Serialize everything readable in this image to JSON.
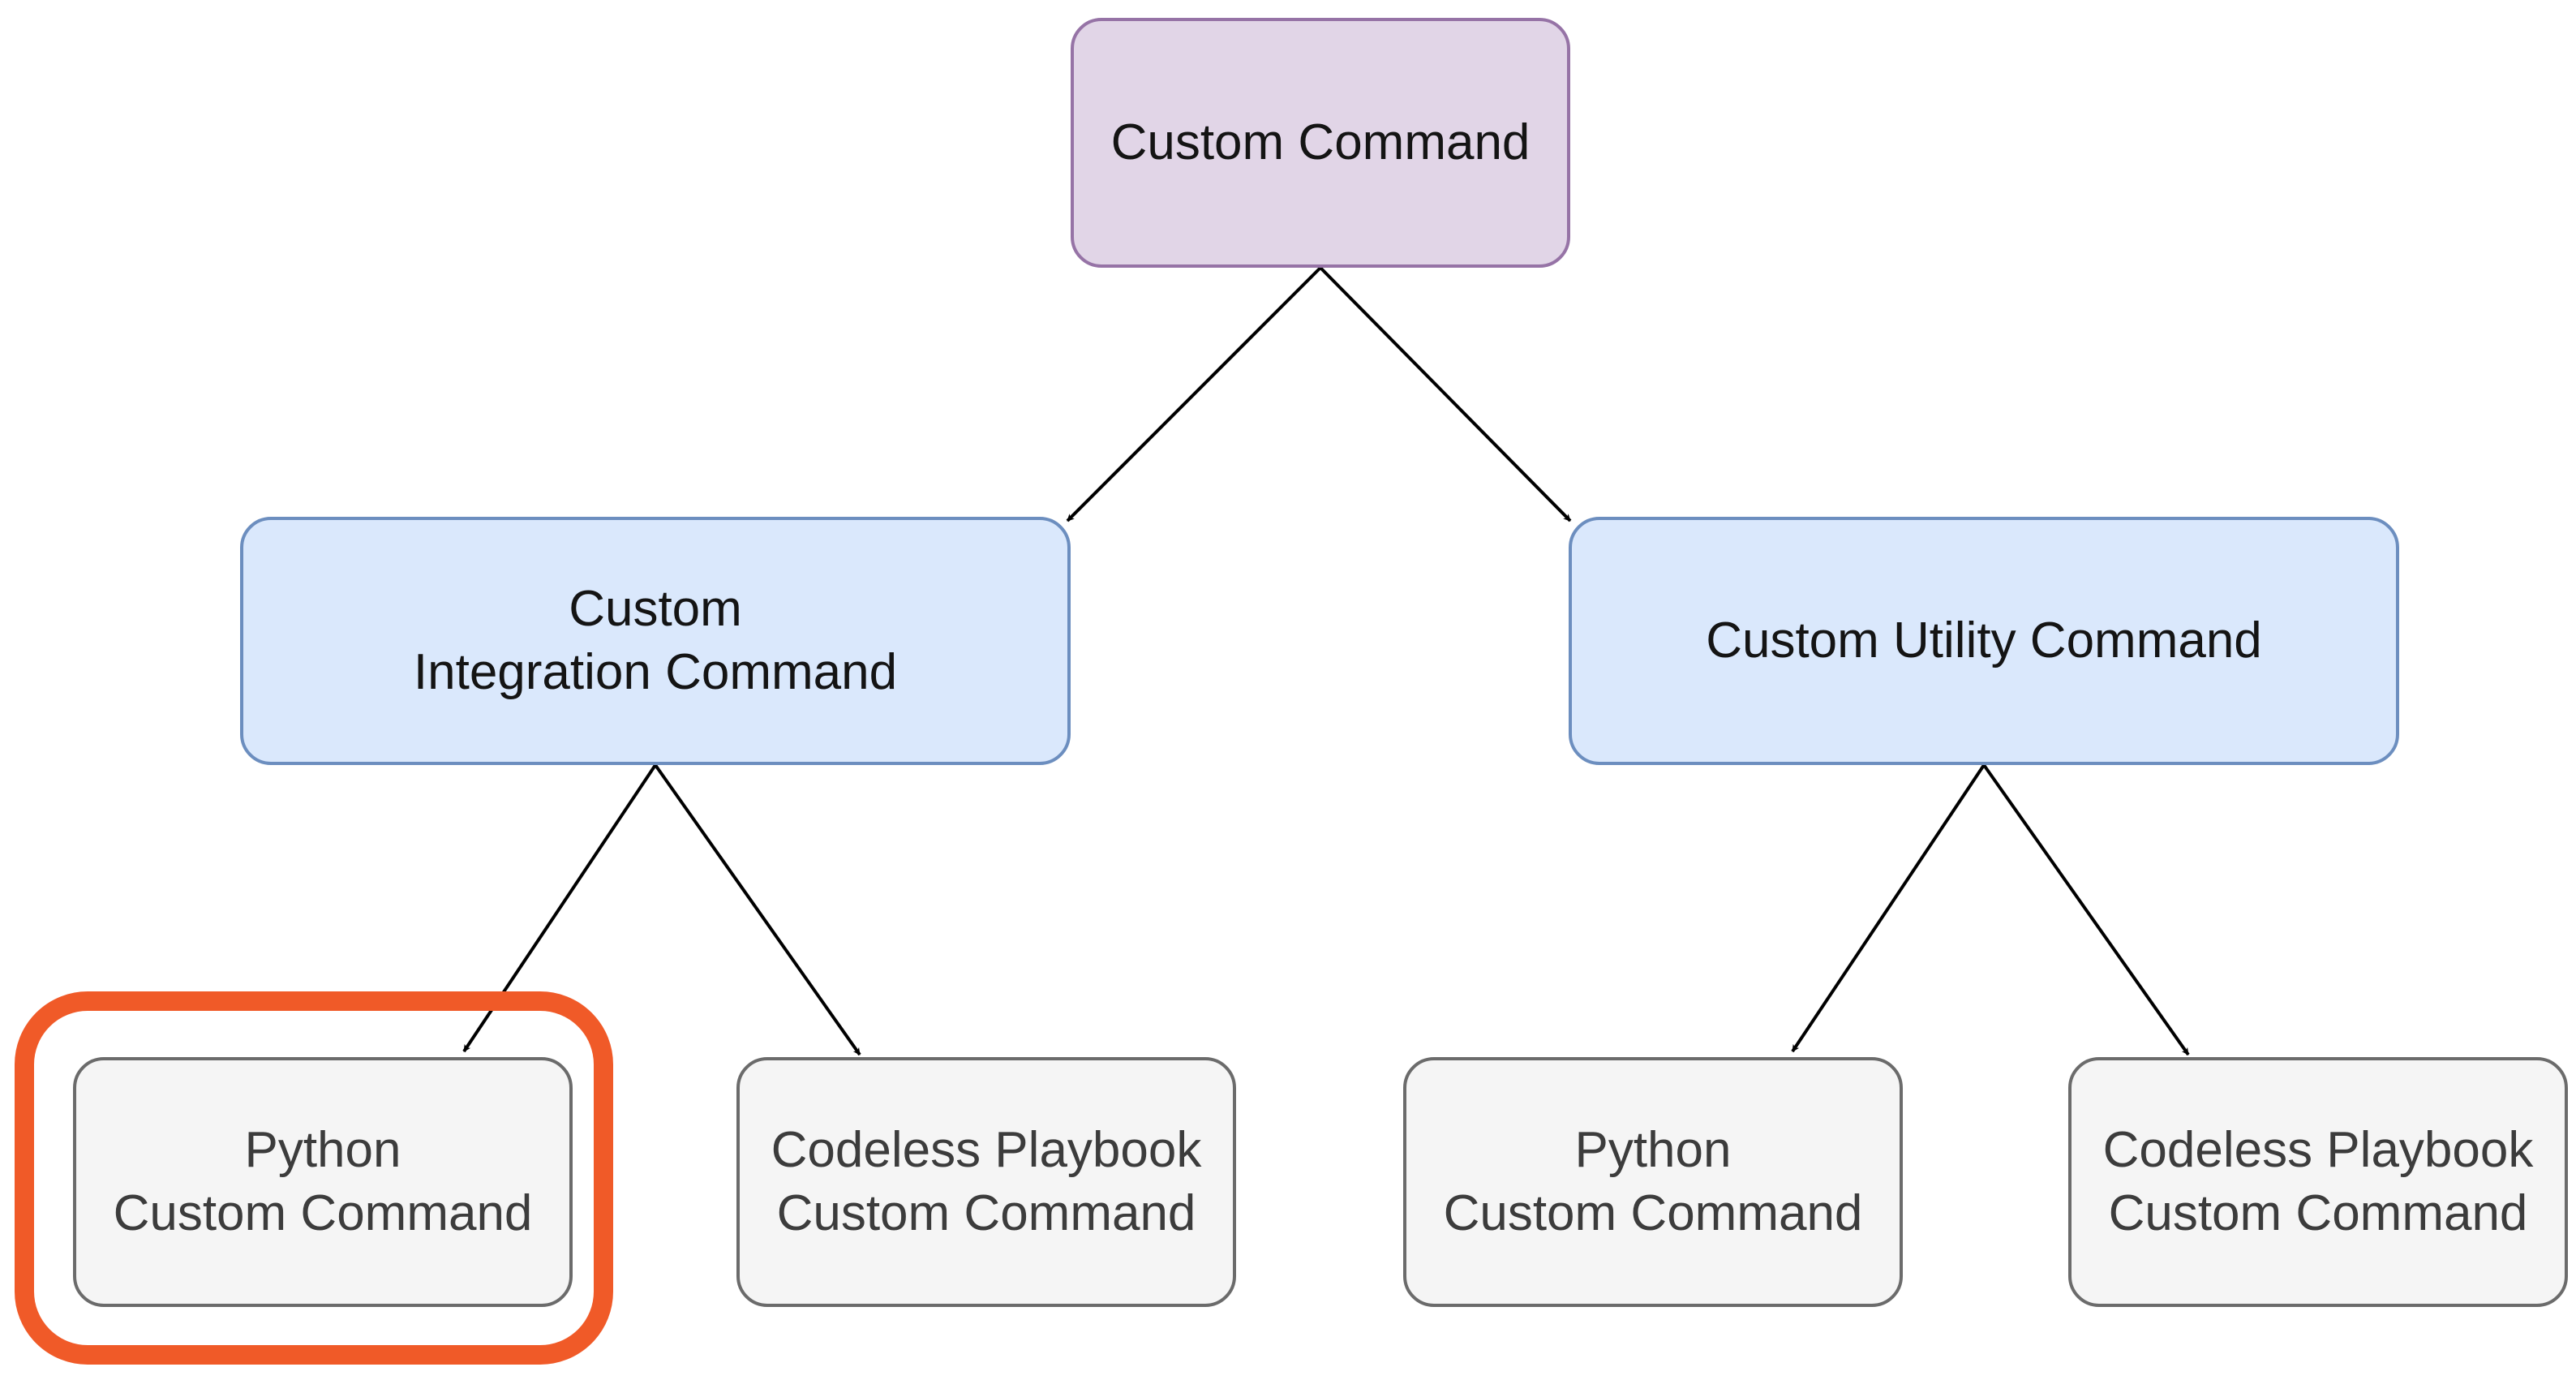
{
  "nodes": {
    "root": "Custom Command",
    "integration": "Custom\nIntegration Command",
    "utility": "Custom Utility Command",
    "leaf_1": "Python\nCustom Command",
    "leaf_2": "Codeless Playbook\nCustom Command",
    "leaf_3": "Python\nCustom Command",
    "leaf_4": "Codeless Playbook\nCustom Command"
  },
  "edges": [
    {
      "from": "root",
      "to": "integration"
    },
    {
      "from": "root",
      "to": "utility"
    },
    {
      "from": "integration",
      "to": "leaf_1"
    },
    {
      "from": "integration",
      "to": "leaf_2"
    },
    {
      "from": "utility",
      "to": "leaf_3"
    },
    {
      "from": "utility",
      "to": "leaf_4"
    }
  ],
  "highlighted_node": "leaf_1",
  "colors": {
    "root_fill": "#e1d5e7",
    "root_border": "#9673a6",
    "mid_fill": "#dae8fc",
    "mid_border": "#6c8ebf",
    "leaf_fill": "#f5f5f5",
    "leaf_border": "#6b6b6b",
    "highlight": "#f05a28"
  }
}
